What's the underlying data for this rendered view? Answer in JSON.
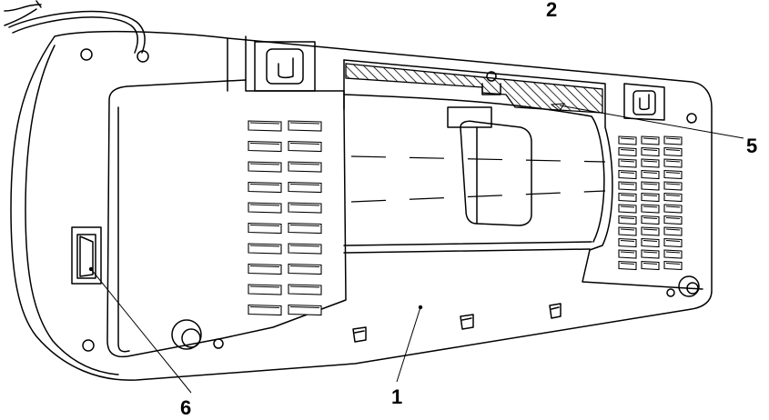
{
  "callouts": {
    "label_1": "1",
    "label_2": "2",
    "label_5": "5",
    "label_6": "6"
  },
  "colors": {
    "line": "#000000",
    "fill": "#ffffff",
    "hatch": "#000000"
  },
  "icons": {
    "power_switch": "rocker-switch-icon",
    "wall_hooks": "keyhole-hook-icon",
    "feet": "round-foot-icon",
    "vents": "vent-slot-icon"
  }
}
